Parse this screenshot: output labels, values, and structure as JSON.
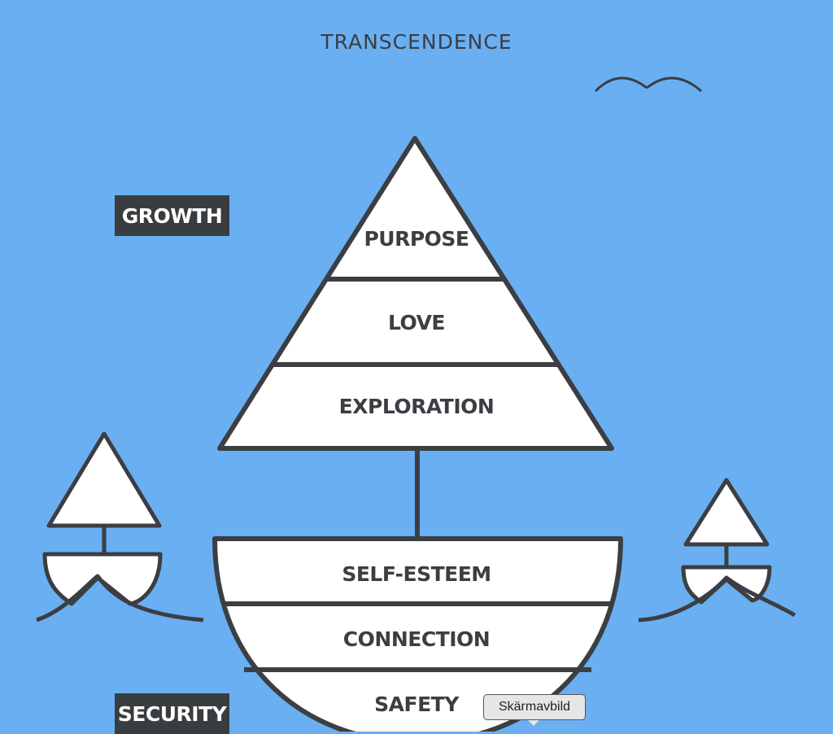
{
  "title": "TRANSCENDENCE",
  "sail_levels": [
    "PURPOSE",
    "LOVE",
    "EXPLORATION"
  ],
  "hull_levels": [
    "SELF-ESTEEM",
    "CONNECTION",
    "SAFETY"
  ],
  "labels": {
    "growth": "GROWTH",
    "security": "SECURITY"
  },
  "tooltip": "Skärmavbild",
  "colors": {
    "background": "#6aaff2",
    "stroke": "#3b3e42",
    "fill": "#ffffff"
  }
}
